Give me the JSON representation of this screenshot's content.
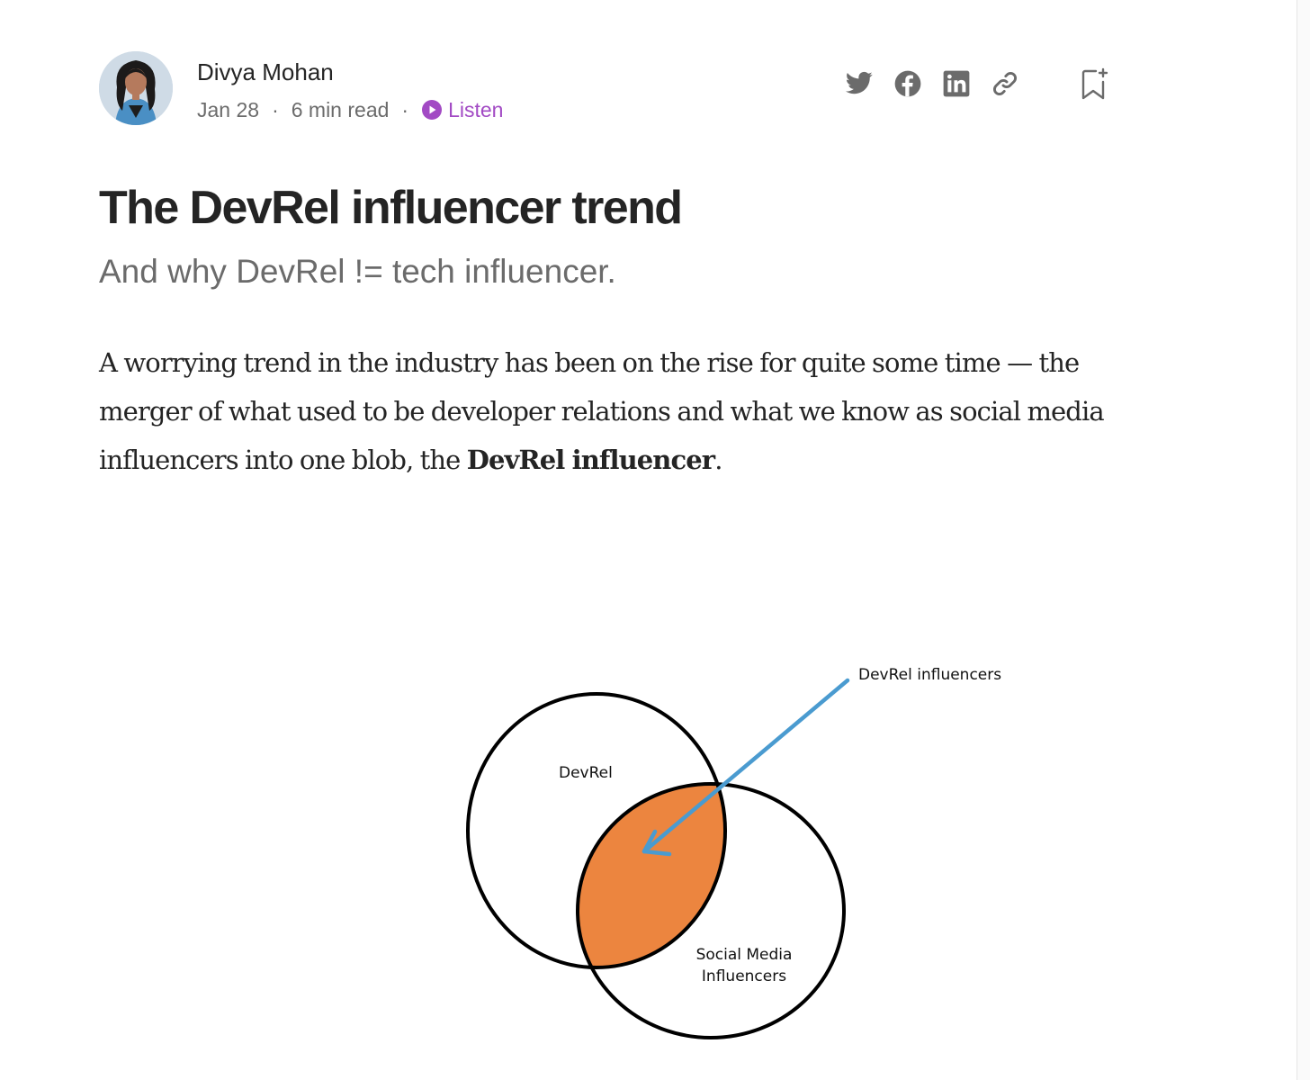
{
  "author": {
    "name": "Divya Mohan",
    "date": "Jan 28",
    "separator": "·",
    "read_time": "6 min read",
    "listen_label": "Listen",
    "listen_color": "#a24ac4"
  },
  "share": {
    "icons": [
      "twitter-icon",
      "facebook-icon",
      "linkedin-icon",
      "link-icon"
    ],
    "bookmark_icon": "bookmark-add-icon"
  },
  "article": {
    "title": "The DevRel influencer trend",
    "subtitle": "And why DevRel != tech influencer.",
    "paragraph_lead": "A worrying trend in the industry has been on the rise for quite some time — the merger of what used to be developer relations and what we know as social media influencers into one blob, the ",
    "paragraph_bold": "DevRel influencer",
    "paragraph_end": "."
  },
  "figure": {
    "circle_left_label": "DevRel",
    "circle_right_label_line1": "Social Media",
    "circle_right_label_line2": "Influencers",
    "arrow_label": "DevRel influencers",
    "overlap_color": "#ec853f",
    "arrow_color": "#4a9bd0"
  }
}
